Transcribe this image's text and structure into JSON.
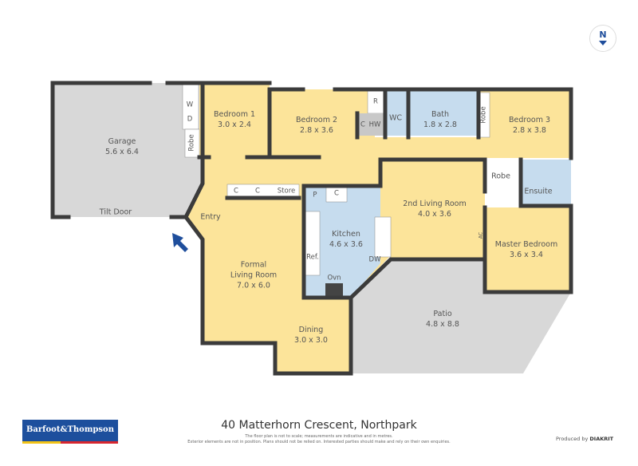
{
  "address": "40 Matterhorn Crescent, Northpark",
  "disclaimer": [
    "The floor plan is not to scale; measurements are indicative and in metres.",
    "Exterior elements are not in position. Plans should not be relied on. Interested parties should make and rely on their own enquiries."
  ],
  "brand": {
    "name": "Barfoot&Thompson",
    "color": "#1d4f9d"
  },
  "producer": {
    "prefix": "Produced by",
    "name": "DIAKRIT"
  },
  "compass": {
    "label": "N"
  },
  "colors": {
    "living": "#fce49a",
    "wet": "#c6dcee",
    "garage": "#d8d8d8",
    "wall": "#3b3b3b"
  },
  "rooms": {
    "garage": {
      "name": "Garage",
      "size": "5.6 x 6.4"
    },
    "tilt_door": "Tilt Door",
    "bedroom1": {
      "name": "Bedroom 1",
      "size": "3.0 x 2.4"
    },
    "bedroom2": {
      "name": "Bedroom 2",
      "size": "2.8 x 3.6"
    },
    "bath": {
      "name": "Bath",
      "size": "1.8 x 2.8"
    },
    "wc": "WC",
    "bedroom3": {
      "name": "Bedroom 3",
      "size": "2.8 x 3.8"
    },
    "entry": "Entry",
    "kitchen": {
      "name": "Kitchen",
      "size": "4.6 x 3.6"
    },
    "living2": {
      "name": "2nd Living Room",
      "size": "4.0 x 3.6"
    },
    "ensuite": "Ensuite",
    "master": {
      "name": "Master Bedroom",
      "size": "3.6 x 3.4"
    },
    "formal": {
      "name1": "Formal",
      "name2": "Living Room",
      "size": "7.0 x 6.0"
    },
    "dining": {
      "name": "Dining",
      "size": "3.0 x 3.0"
    },
    "patio": {
      "name": "Patio",
      "size": "4.8 x 8.8"
    }
  },
  "fixtures": {
    "w": "W",
    "d": "D",
    "robe": "Robe",
    "r": "R",
    "c": "C",
    "hw": "HW",
    "store": "Store",
    "p": "P",
    "ref": "Ref.",
    "dw": "DW",
    "ovn": "Ovn",
    "ac": "AC"
  }
}
